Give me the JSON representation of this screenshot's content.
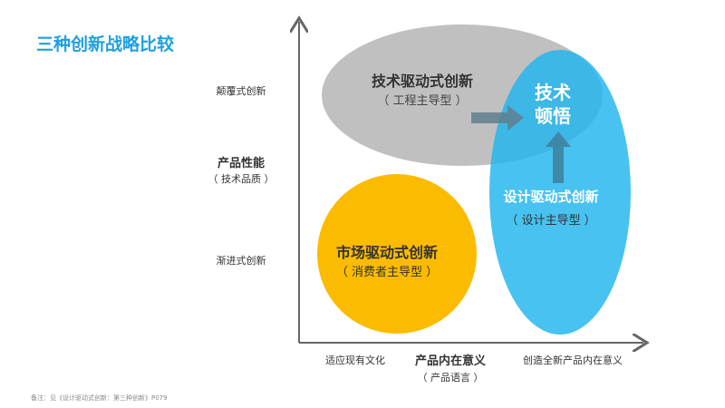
{
  "title": "三种创新战略比较",
  "y_axis": {
    "label": "产品性能",
    "sublabel": "（ 技术品质 ）",
    "top_tick": "颠覆式创新",
    "bottom_tick": "渐进式创新"
  },
  "x_axis": {
    "label": "产品内在意义",
    "sublabel": "（ 产品语言 ）",
    "left_tick": "适应现有文化",
    "right_tick": "创造全新产品内在意义"
  },
  "regions": {
    "tech": {
      "title": "技术驱动式创新",
      "subtitle": "（ 工程主导型 ）",
      "color": "#bdbdbd"
    },
    "design": {
      "title": "设计驱动式创新",
      "subtitle": "（ 设计主导型 ）",
      "color": "#35bdf0"
    },
    "market": {
      "title": "市场驱动式创新",
      "subtitle": "（ 消费者主导型 ）",
      "color": "#fbbb00"
    },
    "epiphany": {
      "line1": "技术",
      "line2": "顿悟"
    }
  },
  "note": "备注：见《设计驱动式创新：第三种创新》P079"
}
